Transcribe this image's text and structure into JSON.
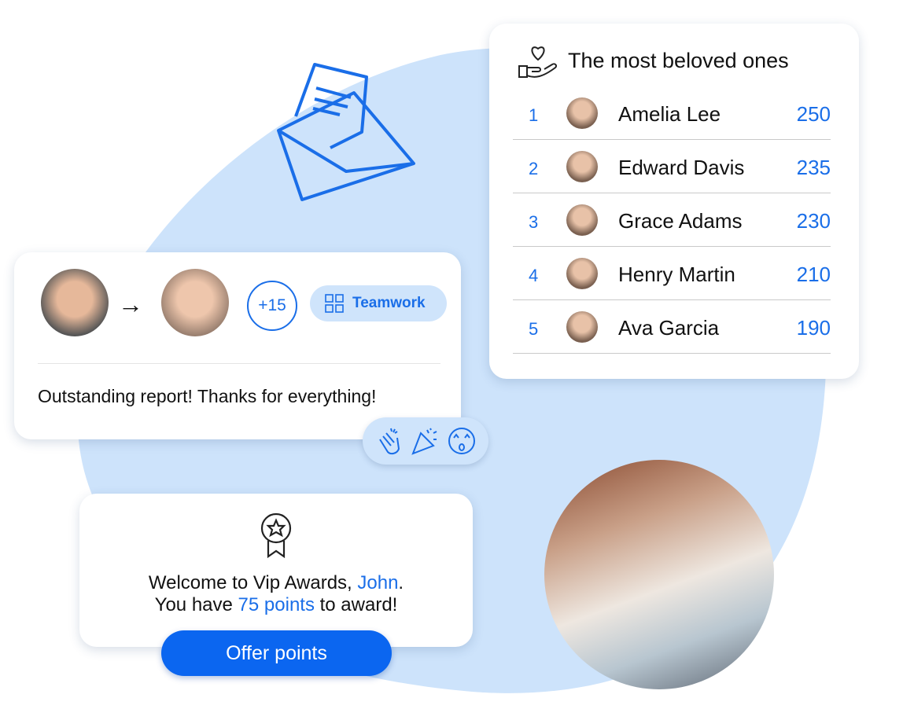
{
  "leaderboard": {
    "title": "The most beloved ones",
    "rows": [
      {
        "rank": "1",
        "name": "Amelia Lee",
        "points": "250"
      },
      {
        "rank": "2",
        "name": "Edward Davis",
        "points": "235"
      },
      {
        "rank": "3",
        "name": "Grace Adams",
        "points": "230"
      },
      {
        "rank": "4",
        "name": "Henry Martin",
        "points": "210"
      },
      {
        "rank": "5",
        "name": "Ava Garcia",
        "points": "190"
      }
    ]
  },
  "kudos": {
    "arrow": "→",
    "points": "+15",
    "tag": "Teamwork",
    "message": "Outstanding report! Thanks for everything!"
  },
  "welcome": {
    "prefix": "Welcome to Vip Awards, ",
    "name": "John",
    "suffix": ".",
    "line2_prefix": "You have ",
    "points": "75 points",
    "line2_suffix": " to award!",
    "button": "Offer points"
  },
  "colors": {
    "accent": "#1a6ee8",
    "blob": "#cde3fb",
    "button": "#0b66f0"
  }
}
